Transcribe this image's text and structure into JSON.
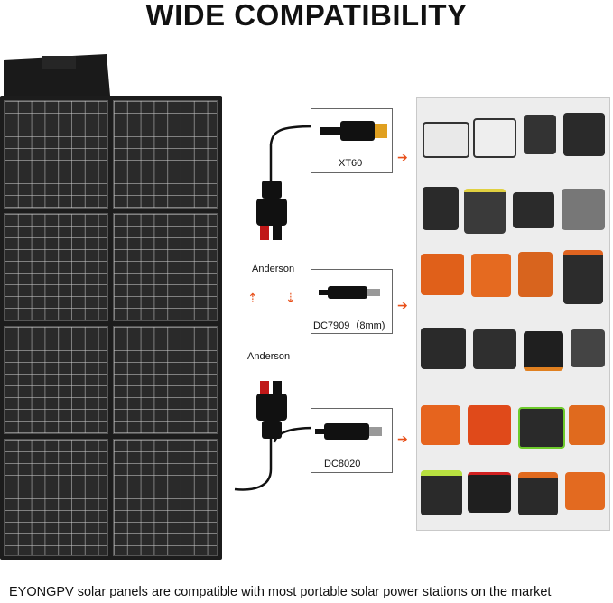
{
  "title": "WIDE COMPATIBILITY",
  "connectors": {
    "xt60": "XT60",
    "anderson_top": "Anderson",
    "dc7909": "DC7909（8mm)",
    "anderson_bottom": "Anderson",
    "dc8020": "DC8020"
  },
  "footer": "EYONGPV solar panels are compatible with most portable solar power stations on the market",
  "colors": {
    "accent_arrow": "#e8501a",
    "panel": "#2a2a2a",
    "device_bg": "#ededed"
  },
  "icons": [
    "xt60-plug-icon",
    "anderson-plug-icon",
    "dc-barrel-plug-icon",
    "right-arrow-icon",
    "up-arrow-icon",
    "down-arrow-icon"
  ]
}
